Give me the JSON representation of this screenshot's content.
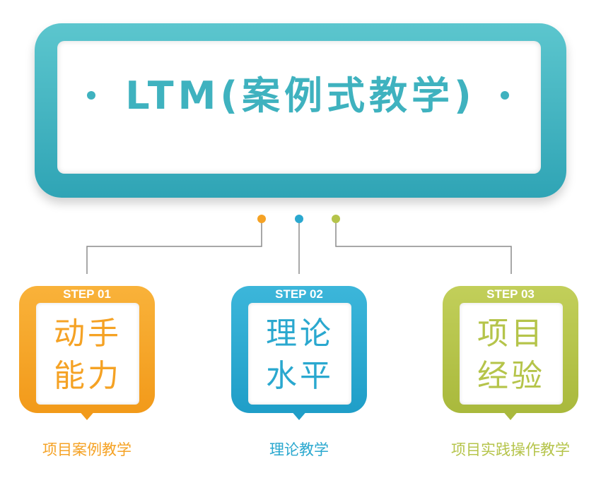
{
  "title": "LTM(案例式教学)",
  "colors": {
    "teal": "#3fb2bf",
    "orange": "#f5a224",
    "blue": "#2aa8cf",
    "green": "#b5c44a"
  },
  "steps": [
    {
      "label": "STEP 01",
      "line1": "动手",
      "line2": "能力",
      "caption": "项目案例教学"
    },
    {
      "label": "STEP 02",
      "line1": "理论",
      "line2": "水平",
      "caption": "理论教学"
    },
    {
      "label": "STEP 03",
      "line1": "项目",
      "line2": "经验",
      "caption": "项目实践操作教学"
    }
  ]
}
